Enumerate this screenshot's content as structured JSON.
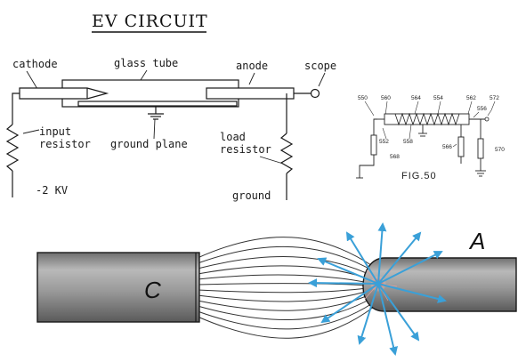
{
  "title": "EV CIRCUIT",
  "circuit": {
    "labels": {
      "cathode": "cathode",
      "glass_tube": "glass tube",
      "anode": "anode",
      "scope": "scope",
      "input_resistor_1": "input",
      "input_resistor_2": "resistor",
      "ground_plane": "ground plane",
      "load_resistor_1": "load",
      "load_resistor_2": "resistor",
      "voltage": "-2 KV",
      "ground": "ground"
    }
  },
  "fig50": {
    "caption": "FIG.50",
    "refs": [
      "550",
      "560",
      "564",
      "554",
      "562",
      "572",
      "556",
      "552",
      "558",
      "566",
      "568",
      "570"
    ]
  },
  "electrodes": {
    "cathode_letter": "C",
    "anode_letter": "A"
  },
  "colors": {
    "ink": "#1a1a1a",
    "electrode_fill": "#9a9a9a",
    "field_line": "#333333",
    "arrow": "#3aa0d8",
    "spark": "#d23a2a"
  }
}
